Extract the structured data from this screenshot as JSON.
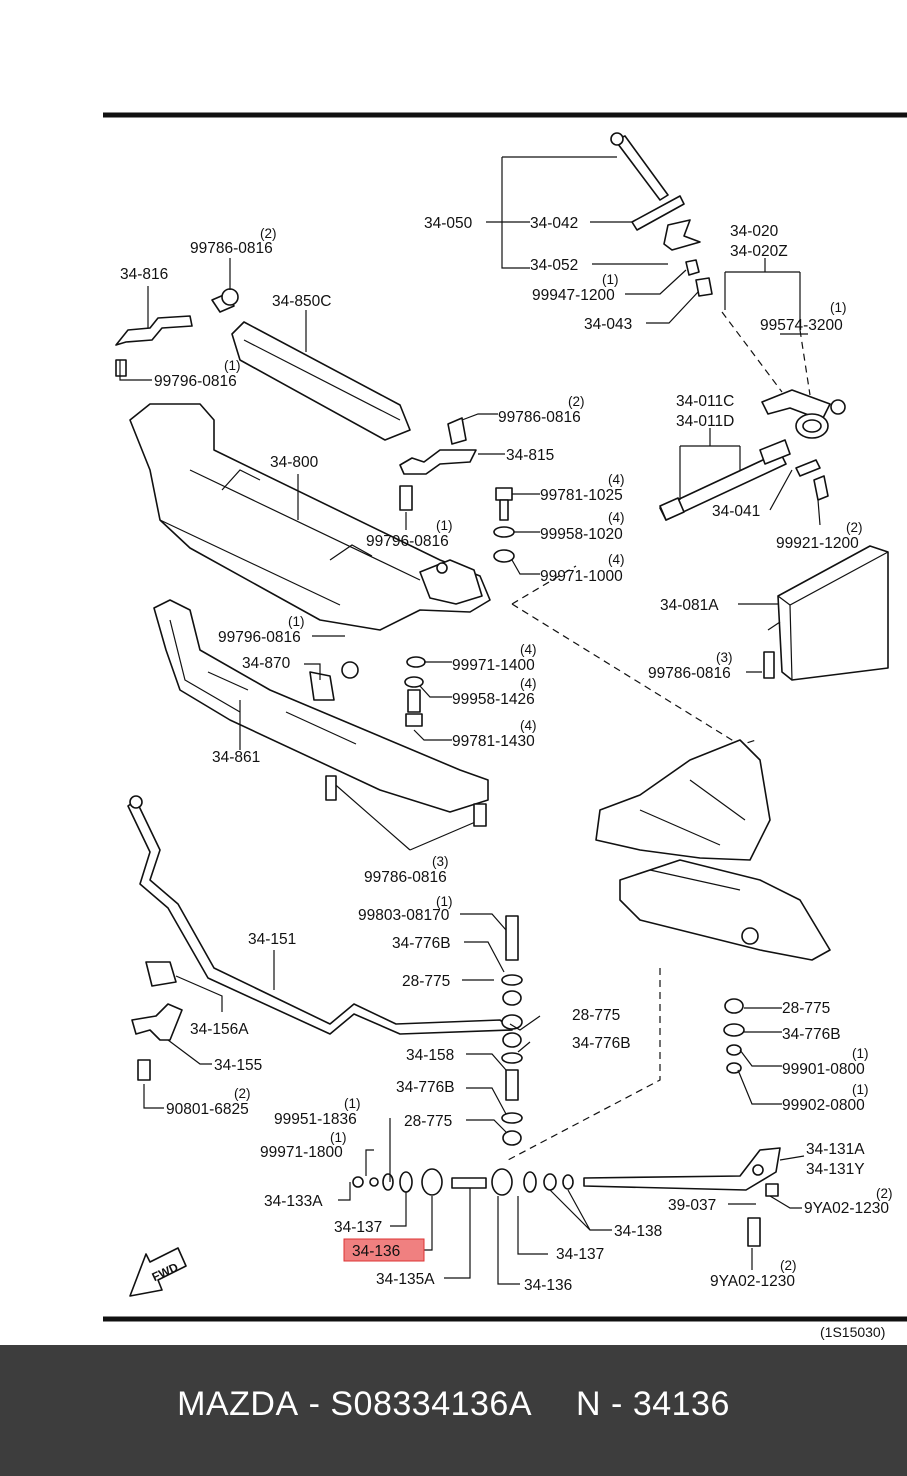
{
  "diagram": {
    "ref_code": "(1S15030)",
    "fwd_label": "FWD",
    "labels": {
      "p34_050": "34-050",
      "p34_042": "34-042",
      "p34_052": "34-052",
      "p99947": "99947-1200",
      "p34_043": "34-043",
      "p34_020": "34-020",
      "p34_020z": "34-020Z",
      "p99574": "99574-3200",
      "p34_816": "34-816",
      "p99786_a": "99786-0816",
      "p34_850c": "34-850C",
      "p99796_a": "99796-0816",
      "p99786_b": "99786-0816",
      "p34_815": "34-815",
      "p34_011c": "34-011C",
      "p34_011d": "34-011D",
      "p34_800": "34-800",
      "p99781_a": "99781-1025",
      "p99958_a": "99958-1020",
      "p34_041": "34-041",
      "p99796_b": "99796-0816",
      "p99971_a": "99971-1000",
      "p99921": "99921-1200",
      "p34_081a": "34-081A",
      "p99796_c": "99796-0816",
      "p34_870": "34-870",
      "p99971_b": "99971-1400",
      "p99786_c": "99786-0816",
      "p99958_b": "99958-1426",
      "p34_861": "34-861",
      "p99781_b": "99781-1430",
      "p99786_d": "99786-0816",
      "p99803": "99803-08170",
      "p34_151": "34-151",
      "p34_776b_a": "34-776B",
      "p28_775_a": "28-775",
      "p34_156a": "34-156A",
      "p28_775_b": "28-775",
      "p34_155": "34-155",
      "p34_158": "34-158",
      "p34_776b_b": "34-776B",
      "p90801": "90801-6825",
      "p34_776b_c": "34-776B",
      "p99951": "99951-1836",
      "p28_775_c": "28-775",
      "p99971_c": "99971-1800",
      "p34_133a": "34-133A",
      "p34_137_a": "34-137",
      "p34_136_hl": "34-136",
      "p34_135a": "34-135A",
      "p34_137_b": "34-137",
      "p34_136_b": "34-136",
      "p34_138": "34-138",
      "p28_775_d": "28-775",
      "p34_776b_d": "34-776B",
      "p99901": "99901-0800",
      "p99902": "99902-0800",
      "p34_131a": "34-131A",
      "p34_131y": "34-131Y",
      "p39_037": "39-037",
      "p9ya02_a": "9YA02-1230",
      "p9ya02_b": "9YA02-1230"
    },
    "quantities": {
      "q_99786_a": "(2)",
      "q_99947": "(1)",
      "q_99574": "(1)",
      "q_99796_a": "(1)",
      "q_99786_b": "(2)",
      "q_99781_a": "(4)",
      "q_99958_a": "(4)",
      "q_99796_b": "(1)",
      "q_99971_a": "(4)",
      "q_99921": "(2)",
      "q_99796_c": "(1)",
      "q_99971_b": "(4)",
      "q_99786_c": "(3)",
      "q_99958_b": "(4)",
      "q_99781_b": "(4)",
      "q_99786_d": "(3)",
      "q_99803": "(1)",
      "q_90801": "(2)",
      "q_99951": "(1)",
      "q_99971_c": "(1)",
      "q_99901": "(1)",
      "q_99902": "(1)",
      "q_9ya02_a": "(2)",
      "q_9ya02_b": "(2)"
    }
  },
  "footer": {
    "brand": "MAZDA",
    "separator": "-",
    "part_number": "S08334136A",
    "n_label": "N",
    "n_separator": "-",
    "n_number": "34136"
  },
  "colors": {
    "highlight": "#f08080",
    "footer_bg": "#3d3d3d"
  }
}
